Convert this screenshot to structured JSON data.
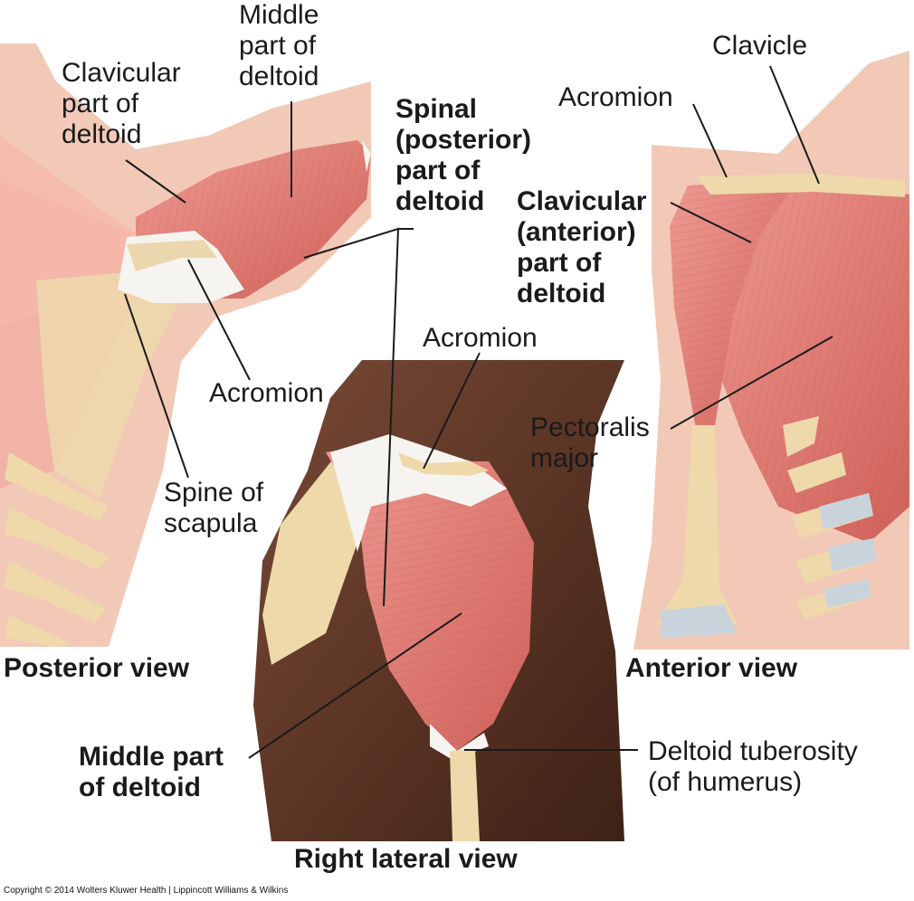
{
  "labels": {
    "clavicular_part_posterior": [
      "Clavicular",
      "part of",
      "deltoid"
    ],
    "middle_part_top": [
      "Middle",
      "part of",
      "deltoid"
    ],
    "spinal_part": [
      "Spinal",
      "(posterior)",
      "part of",
      "deltoid"
    ],
    "acromion_anterior": "Acromion",
    "clavicle": "Clavicle",
    "clavicular_part_anterior": [
      "Clavicular",
      "(anterior)",
      "part of",
      "deltoid"
    ],
    "acromion_lateral": "Acromion",
    "acromion_posterior": "Acromion",
    "pectoralis_major": [
      "Pectoralis",
      "major"
    ],
    "spine_of_scapula": [
      "Spine of",
      "scapula"
    ],
    "middle_part_bottom": [
      "Middle part",
      "of deltoid"
    ],
    "deltoid_tuberosity": [
      "Deltoid tuberosity",
      "(of humerus)"
    ]
  },
  "views": {
    "posterior": "Posterior view",
    "anterior": "Anterior view",
    "lateral": "Right lateral view"
  },
  "copyright": "Copyright © 2014 Wolters Kluwer Health | Lippincott Williams & Wilkins",
  "colors": {
    "muscle": "#e37d76",
    "muscle_dark": "#c8564f",
    "skin_light": "#f4cbb9",
    "skin_dark": "#5a3323",
    "bone": "#efdcb0",
    "tendon": "#f4f2ee"
  }
}
